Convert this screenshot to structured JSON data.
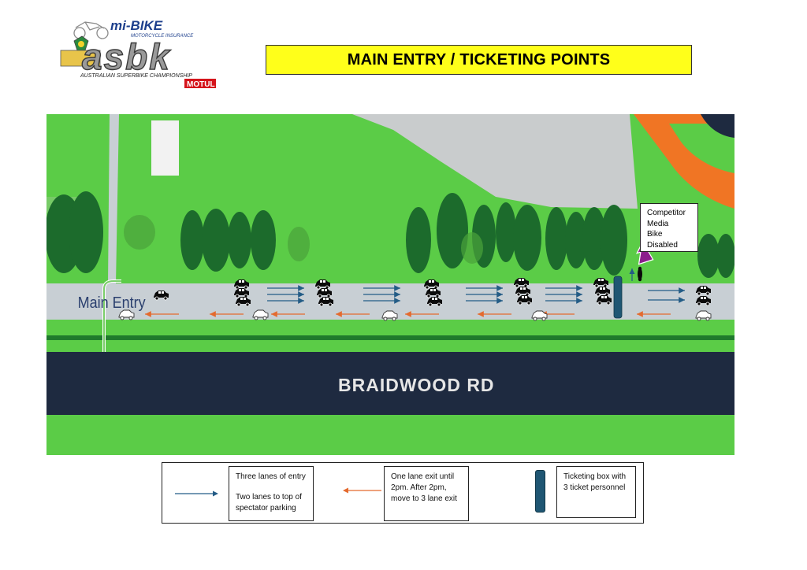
{
  "logo": {
    "brand_top": "mi-BIKE",
    "brand_sub": "MOTORCYCLE INSURANCE",
    "wordmark": "asbk",
    "championship": "AUSTRALIAN SUPERBIKE CHAMPIONSHIP",
    "sponsor": "MOTUL"
  },
  "title": "MAIN ENTRY / TICKETING POINTS",
  "map": {
    "main_entry_label": "Main Entry",
    "road_label": "BRAIDWOOD RD",
    "callout": [
      "Competitor",
      "Media",
      "Bike",
      "Disabled"
    ]
  },
  "legend": {
    "entry_text_1": "Three lanes of entry",
    "entry_text_2": "Two lanes to top of spectator parking",
    "exit_text": "One lane exit until 2pm.  After 2pm, move to 3 lane exit",
    "ticket_text": "Ticketing box with 3 ticket personnel"
  },
  "colors": {
    "grass": "#5bcc47",
    "dark_grass": "#2a8a38",
    "trees": "#1c6b2c",
    "road_lane": "#c8cfd4",
    "main_road": "#1e2a40",
    "entry_arrow": "#235c86",
    "exit_arrow": "#e46a2e",
    "ticket_box": "#1f5673",
    "callout_arrow": "#8c1d8c",
    "orange_area": "#f07524",
    "title_bg": "#ffff1a"
  }
}
